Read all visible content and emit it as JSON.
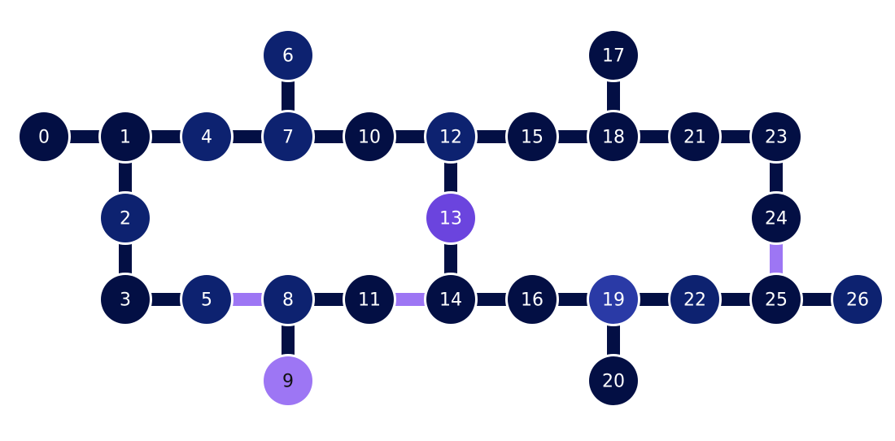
{
  "colors": {
    "background": "#ffffff",
    "dark": "#030f44",
    "navy": "#0d2270",
    "blue": "#2a3aa6",
    "violet": "#6b44de",
    "lavender": "#9d76f4",
    "label_light": "#ffffff",
    "label_dark": "#111111"
  },
  "nodes": [
    {
      "id": "0",
      "col": 0,
      "row": 1,
      "color": "dark",
      "label_color": "label_light"
    },
    {
      "id": "1",
      "col": 1,
      "row": 1,
      "color": "dark",
      "label_color": "label_light"
    },
    {
      "id": "2",
      "col": 1,
      "row": 2,
      "color": "navy",
      "label_color": "label_light"
    },
    {
      "id": "3",
      "col": 1,
      "row": 3,
      "color": "dark",
      "label_color": "label_light"
    },
    {
      "id": "4",
      "col": 2,
      "row": 1,
      "color": "navy",
      "label_color": "label_light"
    },
    {
      "id": "5",
      "col": 2,
      "row": 3,
      "color": "navy",
      "label_color": "label_light"
    },
    {
      "id": "6",
      "col": 3,
      "row": 0,
      "color": "navy",
      "label_color": "label_light"
    },
    {
      "id": "7",
      "col": 3,
      "row": 1,
      "color": "navy",
      "label_color": "label_light"
    },
    {
      "id": "8",
      "col": 3,
      "row": 3,
      "color": "navy",
      "label_color": "label_light"
    },
    {
      "id": "9",
      "col": 3,
      "row": 4,
      "color": "lavender",
      "label_color": "label_dark"
    },
    {
      "id": "10",
      "col": 4,
      "row": 1,
      "color": "dark",
      "label_color": "label_light"
    },
    {
      "id": "11",
      "col": 4,
      "row": 3,
      "color": "dark",
      "label_color": "label_light"
    },
    {
      "id": "12",
      "col": 5,
      "row": 1,
      "color": "navy",
      "label_color": "label_light"
    },
    {
      "id": "13",
      "col": 5,
      "row": 2,
      "color": "violet",
      "label_color": "label_light"
    },
    {
      "id": "14",
      "col": 5,
      "row": 3,
      "color": "dark",
      "label_color": "label_light"
    },
    {
      "id": "15",
      "col": 6,
      "row": 1,
      "color": "dark",
      "label_color": "label_light"
    },
    {
      "id": "16",
      "col": 6,
      "row": 3,
      "color": "dark",
      "label_color": "label_light"
    },
    {
      "id": "17",
      "col": 7,
      "row": 0,
      "color": "dark",
      "label_color": "label_light"
    },
    {
      "id": "18",
      "col": 7,
      "row": 1,
      "color": "dark",
      "label_color": "label_light"
    },
    {
      "id": "19",
      "col": 7,
      "row": 3,
      "color": "blue",
      "label_color": "label_light"
    },
    {
      "id": "20",
      "col": 7,
      "row": 4,
      "color": "dark",
      "label_color": "label_light"
    },
    {
      "id": "21",
      "col": 8,
      "row": 1,
      "color": "dark",
      "label_color": "label_light"
    },
    {
      "id": "22",
      "col": 8,
      "row": 3,
      "color": "navy",
      "label_color": "label_light"
    },
    {
      "id": "23",
      "col": 9,
      "row": 1,
      "color": "dark",
      "label_color": "label_light"
    },
    {
      "id": "24",
      "col": 9,
      "row": 2,
      "color": "dark",
      "label_color": "label_light"
    },
    {
      "id": "25",
      "col": 9,
      "row": 3,
      "color": "dark",
      "label_color": "label_light"
    },
    {
      "id": "26",
      "col": 10,
      "row": 3,
      "color": "navy",
      "label_color": "label_light"
    }
  ],
  "edges": [
    {
      "from": "0",
      "to": "1",
      "color": "dark"
    },
    {
      "from": "1",
      "to": "4",
      "color": "dark"
    },
    {
      "from": "4",
      "to": "7",
      "color": "dark"
    },
    {
      "from": "7",
      "to": "10",
      "color": "dark"
    },
    {
      "from": "10",
      "to": "12",
      "color": "dark"
    },
    {
      "from": "12",
      "to": "15",
      "color": "dark"
    },
    {
      "from": "15",
      "to": "18",
      "color": "dark"
    },
    {
      "from": "18",
      "to": "21",
      "color": "dark"
    },
    {
      "from": "21",
      "to": "23",
      "color": "dark"
    },
    {
      "from": "6",
      "to": "7",
      "color": "dark"
    },
    {
      "from": "17",
      "to": "18",
      "color": "dark"
    },
    {
      "from": "1",
      "to": "2",
      "color": "dark"
    },
    {
      "from": "2",
      "to": "3",
      "color": "dark"
    },
    {
      "from": "12",
      "to": "13",
      "color": "dark"
    },
    {
      "from": "13",
      "to": "14",
      "color": "dark"
    },
    {
      "from": "23",
      "to": "24",
      "color": "dark"
    },
    {
      "from": "24",
      "to": "25",
      "color": "lavender"
    },
    {
      "from": "3",
      "to": "5",
      "color": "dark"
    },
    {
      "from": "5",
      "to": "8",
      "color": "lavender"
    },
    {
      "from": "8",
      "to": "11",
      "color": "dark"
    },
    {
      "from": "11",
      "to": "14",
      "color": "lavender"
    },
    {
      "from": "14",
      "to": "16",
      "color": "dark"
    },
    {
      "from": "16",
      "to": "19",
      "color": "dark"
    },
    {
      "from": "19",
      "to": "22",
      "color": "dark"
    },
    {
      "from": "22",
      "to": "25",
      "color": "dark"
    },
    {
      "from": "25",
      "to": "26",
      "color": "dark"
    },
    {
      "from": "8",
      "to": "9",
      "color": "dark"
    },
    {
      "from": "19",
      "to": "20",
      "color": "dark"
    }
  ]
}
